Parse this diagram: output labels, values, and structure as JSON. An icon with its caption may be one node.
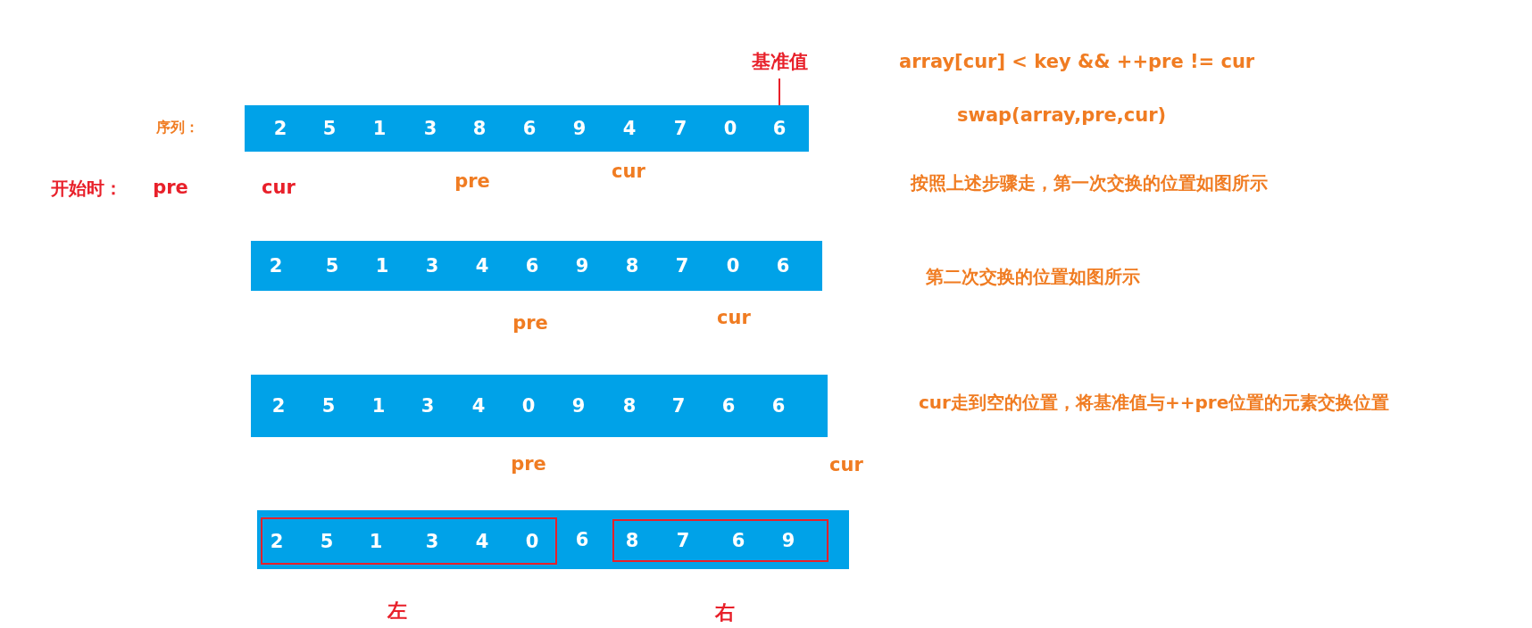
{
  "diagram": {
    "nodes": [
      {
        "text": [
          "基准值"
        ]
      },
      {
        "text": [
          "2",
          "5",
          "1",
          "3",
          "8",
          "6",
          "9",
          "4",
          "7",
          "0",
          "6"
        ]
      },
      {
        "text": [
          "2",
          "5",
          "1",
          "3",
          "4",
          "6",
          "9",
          "8",
          "7",
          "0",
          "6"
        ]
      },
      {
        "text": [
          "2",
          "5",
          "1",
          "3",
          "4",
          "0",
          "9",
          "8",
          "7",
          "6",
          "6"
        ]
      },
      {
        "text": [
          "6"
        ]
      },
      {
        "text": [
          "2",
          "5",
          "1",
          "3",
          "4",
          "0"
        ],
        "in": 4
      },
      {
        "text": [
          "8",
          "7",
          "6",
          "9"
        ],
        "in": 4
      }
    ],
    "edges": [
      {
        "from": 0,
        "to": 1,
        "arrow": "none"
      }
    ],
    "labels": [
      "array[cur] < key && ++pre != cur",
      "swap(array,pre,cur)",
      "序列：",
      "开始时：",
      "pre",
      "cur",
      "pre",
      "cur",
      "按照上述步骤走，第一次交换的位置如图所示",
      "第二次交换的位置如图所示",
      "pre",
      "cur",
      "cur走到空的位置，将基准值与++pre位置的元素交换位置",
      "pre",
      "cur",
      "左",
      "右"
    ]
  }
}
